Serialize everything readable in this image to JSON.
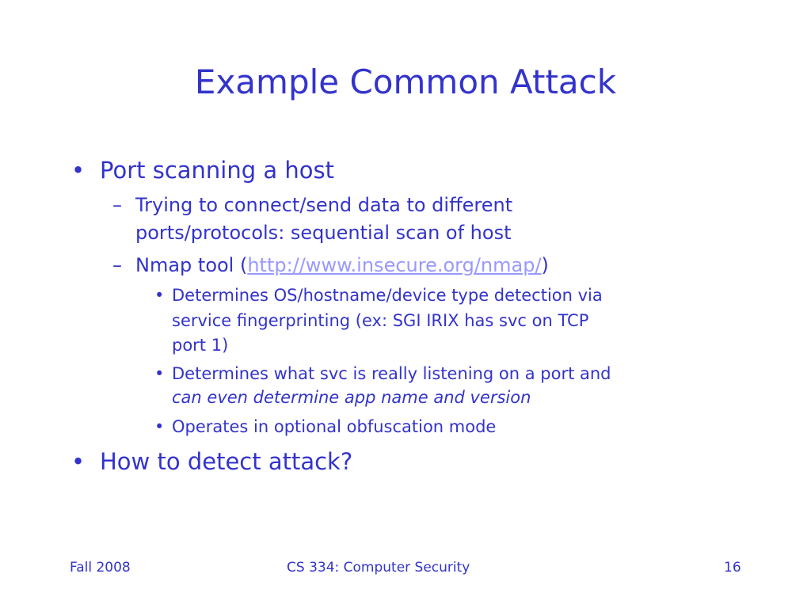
{
  "slide": {
    "title": "Example Common Attack"
  },
  "bullets": {
    "port_scanning": "Port scanning a host",
    "trying_line1": "Trying to connect/send data to different",
    "trying_line2": "ports/protocols: sequential scan of host",
    "nmap_prefix": "Nmap tool (",
    "nmap_link": "http://www.insecure.org/nmap/",
    "nmap_suffix": ")",
    "determines_os_line1": "Determines OS/hostname/device type detection via",
    "determines_os_line2": "service fingerprinting (ex: SGI IRIX has svc on TCP",
    "determines_os_line3": "port 1)",
    "determines_svc_line1": "Determines what svc is really listening on a port and",
    "determines_svc_line2": "can even determine app name and version",
    "obfuscation": "Operates in optional obfuscation mode",
    "detect": "How to detect attack?"
  },
  "symbols": {
    "bullet": "•",
    "dash": "–"
  },
  "footer": {
    "left": "Fall 2008",
    "center": "CS 334: Computer Security",
    "right": "16"
  },
  "colors": {
    "text": "#3333cc",
    "link": "#9999ff",
    "background": "#ffffff"
  }
}
